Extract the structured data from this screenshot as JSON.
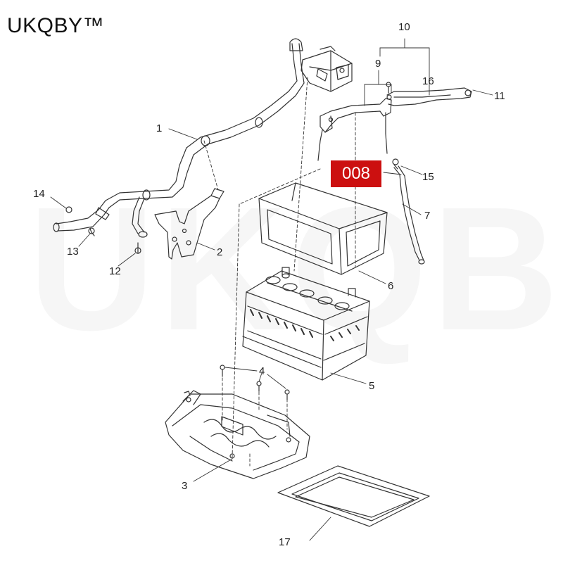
{
  "brand": {
    "label": "UKQBY™",
    "watermark": "UKQBY™"
  },
  "badge": {
    "label": "008",
    "color": "#cc1010"
  },
  "callouts": [
    "1",
    "2",
    "3",
    "4",
    "5",
    "6",
    "7",
    "9",
    "10",
    "11",
    "12",
    "13",
    "14",
    "15",
    "16",
    "17"
  ],
  "colors": {
    "line": "#333333",
    "background": "#ffffff"
  }
}
